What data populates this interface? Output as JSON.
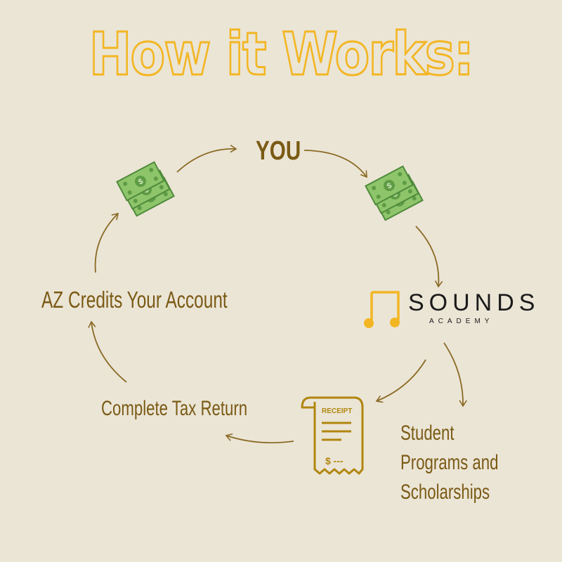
{
  "title": "How it Works:",
  "nodes": {
    "you": "YOU",
    "az_credits": "AZ Credits Your Account",
    "tax_return": "Complete Tax Return",
    "programs": "Student Programs and Scholarships"
  },
  "logo": {
    "name": "SOUNDS",
    "sub": "ACADEMY"
  },
  "receipt": {
    "header": "RECEIPT",
    "amount": "$ ---"
  },
  "icons": [
    "money-icon",
    "receipt-icon",
    "music-note-icon",
    "arrow-icon"
  ],
  "colors": {
    "background": "#ebe5d6",
    "title_outline": "#f3b623",
    "label_text": "#7a5a14",
    "arrow": "#8a6a24",
    "money_green": "#8ec56b",
    "logo_gold": "#f3b623"
  }
}
